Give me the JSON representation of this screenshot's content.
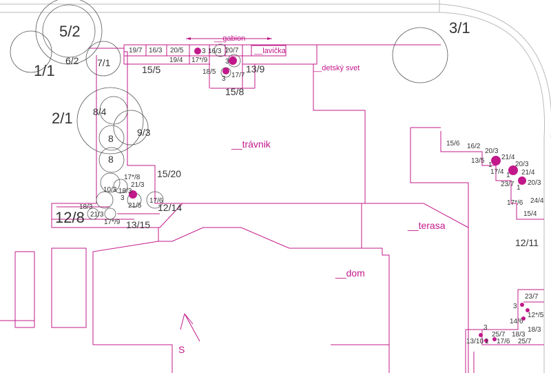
{
  "colors": {
    "plan_lines": "#c2188a",
    "site_boundary": "#b9b9b9",
    "tree_symbols": "#555555",
    "text": "#333333",
    "zone_text": "#c2188a"
  },
  "zones": {
    "gabion": "__gabion",
    "lavicka": "__lavička",
    "detsky_svet": "__detský svet",
    "travnik": "__trávnik",
    "terasa": "__terasa",
    "dom": "__dom",
    "north": "S"
  },
  "trees": {
    "t_5_2": "5/2",
    "t_6_2": "6/2",
    "t_7_1": "7/1",
    "t_1_1": "1/1",
    "t_2_1": "2/1",
    "t_8_4": "8/4",
    "t_9_3": "9/3",
    "t_8a": "8",
    "t_8b": "8",
    "t_3_1": "3/1",
    "t_12_8": "12/8",
    "t_12_11": "12/11",
    "t_15_20": "15/20",
    "t_12_14": "12/14",
    "t_13_15": "13/15",
    "t_15_5": "15/5",
    "t_13_9": "13/9",
    "t_15_8": "15/8"
  },
  "plants_top": {
    "p19_7": "19/7",
    "p16_3a": "16/3",
    "p20_5": "20/5",
    "p3a": "3",
    "p16_3b": "16/3",
    "p20_7": "20/7",
    "p19_4": "19/4",
    "p17_9": "17*/9",
    "p3b": "3",
    "p18_5": "18/5",
    "p3c": "3",
    "p17_7": "17/7"
  },
  "plants_left": {
    "p17_8": "17*/8",
    "p21_3a": "21/3",
    "p10_3": "10/3",
    "p18_3a": "18/3",
    "p3d": "3",
    "p17_6": "17/6",
    "p21_5": "21/5",
    "p18_3b": "18/3",
    "p21_3b": "21/3",
    "p17_9b": "17*/9"
  },
  "plants_right": {
    "p15_6": "15/6",
    "p16_2": "16/2",
    "p20_3a": "20/3",
    "p21_4a": "21/4",
    "p13_5": "13/5",
    "p20_3b": "20/3",
    "p1a": "1",
    "p17_4": "17/4",
    "p21_4b": "21/4",
    "p1b": "1",
    "p23_7a": "23/7",
    "p20_3c": "20/3",
    "p1c": "1",
    "p24_4": "24/4",
    "p17_6b": "17*/6",
    "p15_4": "15/4"
  },
  "plants_bottom_right": {
    "p23_7b": "23/7",
    "p3e": "3",
    "p12_5": "12*/5",
    "p14_6": "14/6",
    "p18_3c": "18/3",
    "p3f": "3",
    "p25_7a": "25/7",
    "p18_3d": "18/3",
    "p13_10": "13/10",
    "p1d": "1",
    "p17_6c": "17/6",
    "p25_7b": "25/7"
  }
}
